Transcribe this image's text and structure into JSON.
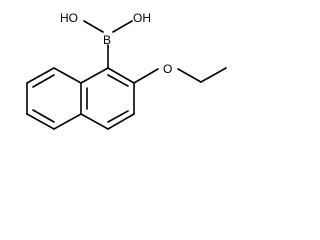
{
  "molecule": {
    "atoms": {
      "boron": "B",
      "hydroxyl_left": "HO",
      "hydroxyl_right": "OH",
      "ether_oxygen": "O"
    },
    "colors": {
      "stroke": "#000000",
      "label": "#000000",
      "background": "#ffffff"
    }
  }
}
